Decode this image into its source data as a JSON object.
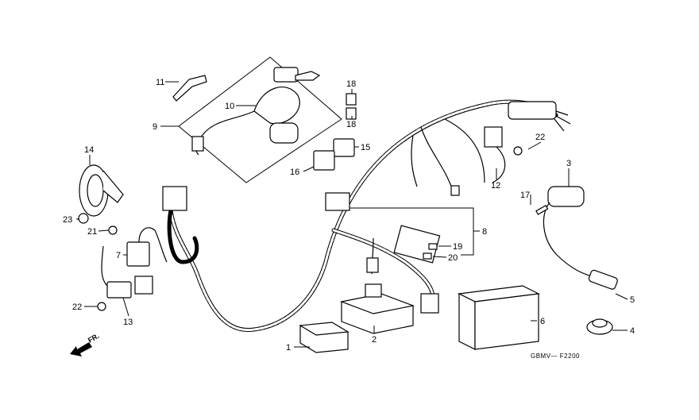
{
  "diagram": {
    "drawing_code": "GBMV— F2200",
    "direction_label": "FR.",
    "callouts": [
      {
        "id": "c11",
        "label": "11"
      },
      {
        "id": "c10",
        "label": "10"
      },
      {
        "id": "c9",
        "label": "9"
      },
      {
        "id": "c18a",
        "label": "18"
      },
      {
        "id": "c18b",
        "label": "18"
      },
      {
        "id": "c15",
        "label": "15"
      },
      {
        "id": "c16",
        "label": "16"
      },
      {
        "id": "c14",
        "label": "14"
      },
      {
        "id": "c23",
        "label": "23"
      },
      {
        "id": "c21",
        "label": "21"
      },
      {
        "id": "c7",
        "label": "7"
      },
      {
        "id": "c22a",
        "label": "22"
      },
      {
        "id": "c13",
        "label": "13"
      },
      {
        "id": "c1",
        "label": "1"
      },
      {
        "id": "c2",
        "label": "2"
      },
      {
        "id": "c6",
        "label": "6"
      },
      {
        "id": "c4",
        "label": "4"
      },
      {
        "id": "c5",
        "label": "5"
      },
      {
        "id": "c17",
        "label": "17"
      },
      {
        "id": "c3",
        "label": "3"
      },
      {
        "id": "c12",
        "label": "12"
      },
      {
        "id": "c22b",
        "label": "22"
      },
      {
        "id": "c19",
        "label": "19"
      },
      {
        "id": "c20",
        "label": "20"
      },
      {
        "id": "c8",
        "label": "8"
      }
    ]
  }
}
